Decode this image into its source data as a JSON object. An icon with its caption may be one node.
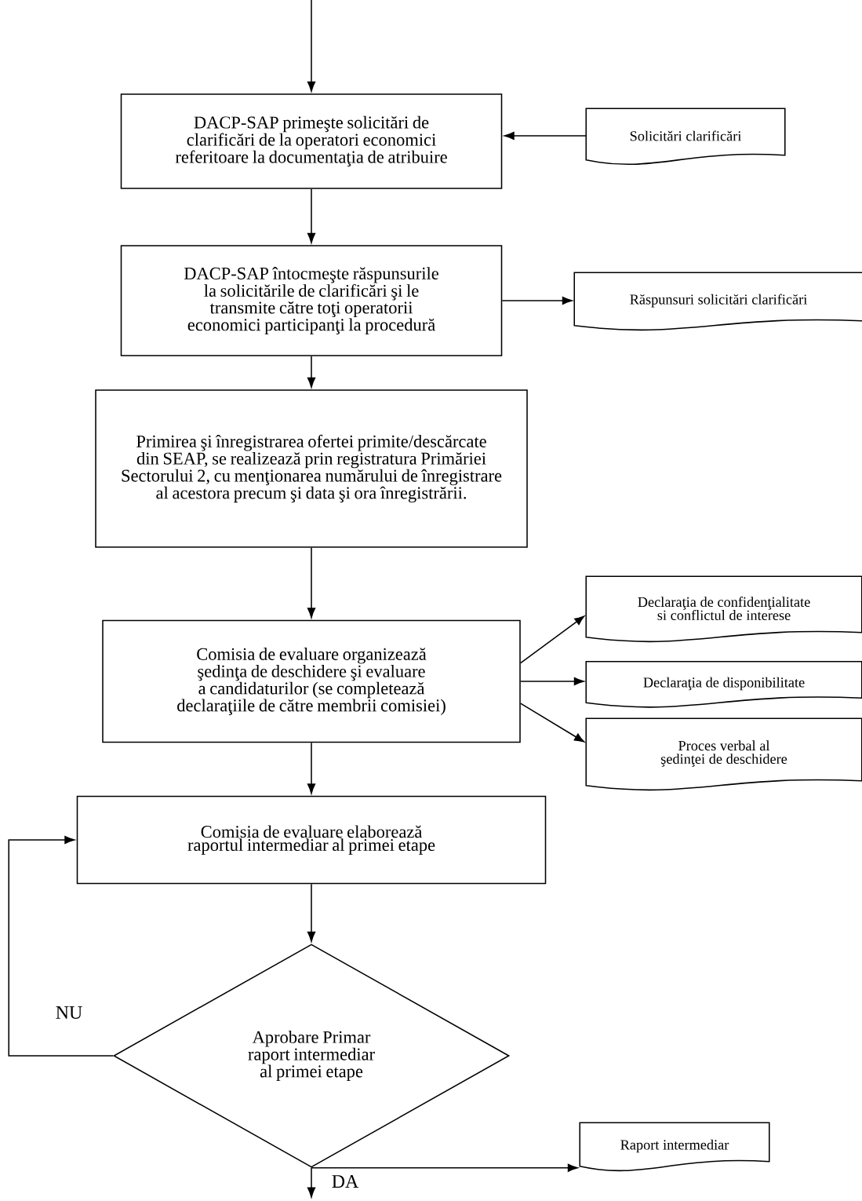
{
  "diagram": {
    "nodes": [
      {
        "text": [
          "DACP-SAP primeşte solicitări de clarificări de la operatori economici referitoare la documentaţia de atribuire"
        ]
      },
      {
        "text": [
          "Solicitări clarificări"
        ]
      },
      {
        "text": [
          "DACP-SAP întocmeşte răspunsurile la solicitările de clarificări şi le transmite către toţi operatorii economici participanţi la procedură"
        ]
      },
      {
        "text": [
          "Răspunsuri solicitări clarificări"
        ]
      },
      {
        "text": [
          "Primirea şi înregistrarea ofertei primite/descărcate din SEAP, se realizează prin registratura Primăriei Sectorului 2, cu menţionarea numărului de înregistrare al acestora precum şi data şi ora înregistrării."
        ]
      },
      {
        "text": [
          "Comisia de evaluare organizează şedinţa de deschidere şi evaluare a candidaturilor (se completează declaraţiile de către membrii comisiei)"
        ]
      },
      {
        "text": [
          "Declaraţia de confidenţialitate si conflictul de interese"
        ]
      },
      {
        "text": [
          "Declaraţia de disponibilitate"
        ]
      },
      {
        "text": [
          "Proces verbal al şedinţei de deschidere"
        ]
      },
      {
        "text": [
          "Comisia de evaluare elaborează raportul intermediar al primei etape"
        ]
      },
      {
        "text": [
          "Aprobare Primar raport intermediar al primei etape"
        ]
      },
      {
        "text": [
          "Raport intermediar"
        ]
      }
    ],
    "edges": [
      {
        "from": null,
        "to": 0,
        "arrow": "to"
      },
      {
        "from": 1,
        "to": 0,
        "arrow": "to"
      },
      {
        "from": 0,
        "to": 2,
        "arrow": "to"
      },
      {
        "from": 2,
        "to": 3,
        "arrow": "to"
      },
      {
        "from": 2,
        "to": 4,
        "arrow": "to"
      },
      {
        "from": 4,
        "to": 5,
        "arrow": "to"
      },
      {
        "from": 5,
        "to": 6,
        "arrow": "to"
      },
      {
        "from": 5,
        "to": 7,
        "arrow": "to"
      },
      {
        "from": 5,
        "to": 8,
        "arrow": "to"
      },
      {
        "from": 5,
        "to": 9,
        "arrow": "to"
      },
      {
        "from": 9,
        "to": 10,
        "arrow": "to"
      },
      {
        "from": 10,
        "to": 9,
        "arrow": "to",
        "label": "NU"
      },
      {
        "from": 10,
        "to": 11,
        "arrow": "to"
      },
      {
        "from": 10,
        "to": null,
        "arrow": "to",
        "label": "DA"
      }
    ]
  }
}
